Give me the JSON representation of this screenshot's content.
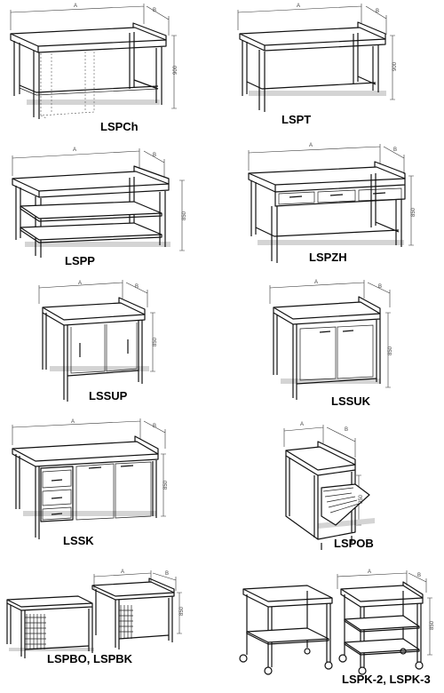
{
  "models": [
    {
      "id": "lspch",
      "label": "LSPCh",
      "dims": {
        "a": "A",
        "b": "B",
        "h": "900"
      }
    },
    {
      "id": "lspt",
      "label": "LSPT",
      "dims": {
        "a": "A",
        "b": "B",
        "h": "900"
      }
    },
    {
      "id": "lspp",
      "label": "LSPP",
      "dims": {
        "a": "A",
        "b": "B",
        "h": "850"
      }
    },
    {
      "id": "lspzh",
      "label": "LSPZH",
      "dims": {
        "a": "A",
        "b": "B",
        "h": "850"
      }
    },
    {
      "id": "lssup",
      "label": "LSSUP",
      "dims": {
        "a": "A",
        "b": "B",
        "h": "850"
      }
    },
    {
      "id": "lssuk",
      "label": "LSSUK",
      "dims": {
        "a": "A",
        "b": "B",
        "h": "850"
      }
    },
    {
      "id": "lssk",
      "label": "LSSK",
      "dims": {
        "a": "A",
        "b": "B",
        "h": "850"
      }
    },
    {
      "id": "lspob",
      "label": "LSPOB",
      "dims": {
        "a": "A",
        "b": "B",
        "h": "850"
      }
    },
    {
      "id": "lspbo",
      "label": "LSPBO, LSPBK",
      "dims": {
        "a": "A",
        "b": "B",
        "h": "850"
      }
    },
    {
      "id": "lspk",
      "label": "LSPK-2, LSPK-3",
      "dims": {
        "a": "A",
        "b": "B",
        "h": "850"
      }
    }
  ]
}
